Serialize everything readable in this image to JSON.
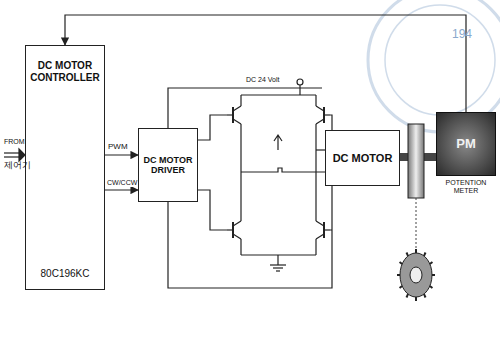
{
  "diagram": {
    "nodes": [
      {
        "text": [
          "DC MOTOR CONTROLLER",
          "80C196KC"
        ]
      },
      {
        "text": [
          "DC MOTOR DRIVER"
        ]
      },
      {
        "text": [
          "DC MOTOR"
        ]
      },
      {
        "text": [
          "PM",
          "POTENTION METER"
        ]
      }
    ],
    "edges": [
      {
        "from": 0,
        "to": 1,
        "label": "PWM",
        "arrow": "to"
      },
      {
        "from": 0,
        "to": 1,
        "label": "CW/CCW",
        "arrow": "to"
      },
      {
        "from": 3,
        "to": 0,
        "arrow": "to"
      }
    ],
    "labels": [
      "FROM",
      "제어기",
      "DC 24 Volt",
      "194"
    ]
  }
}
